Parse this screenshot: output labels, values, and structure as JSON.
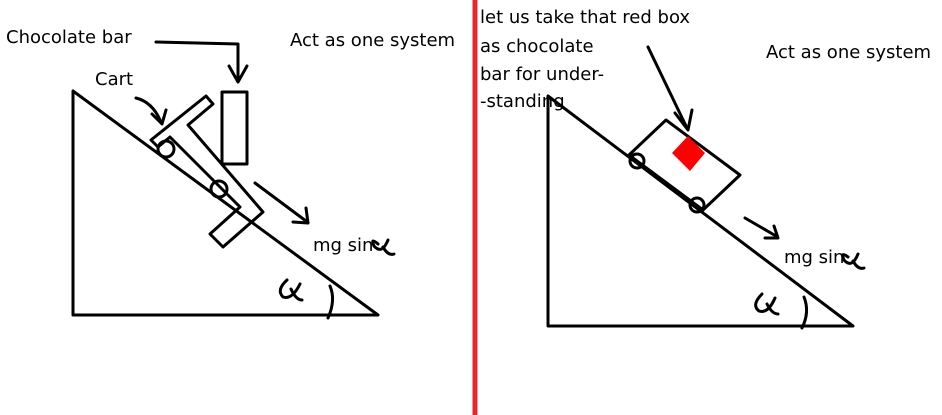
{
  "left_panel": {
    "label_chocolate": "Chocolate bar",
    "label_system": "Act as one system",
    "label_cart": "Cart",
    "label_force": "mg sin",
    "angle_symbol": "α"
  },
  "right_panel": {
    "note_lines": [
      "let us take that red box",
      "as chocolate",
      "bar for under-",
      "-standing"
    ],
    "label_system": "Act as one system",
    "label_force": "mg sin",
    "angle_symbol": "α"
  },
  "colors": {
    "ink": "#000000",
    "divider": "#e8262d",
    "red_box": "#ff0000",
    "background": "#ffffff"
  }
}
